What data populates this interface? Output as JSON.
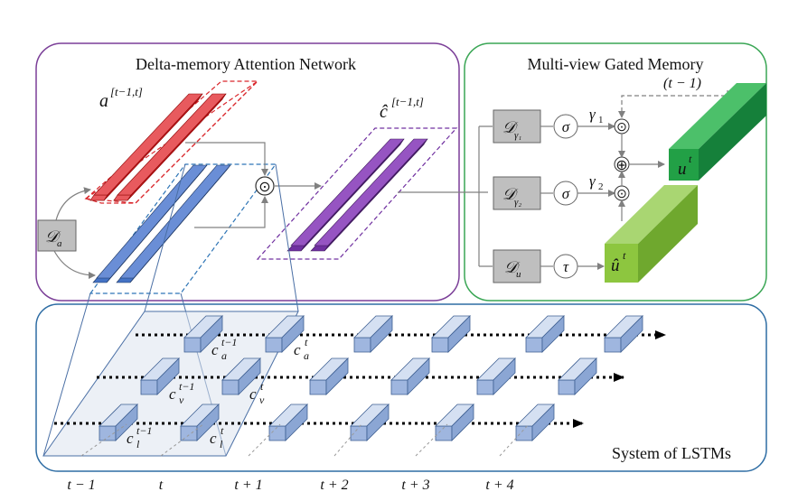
{
  "panels": {
    "attention": {
      "title": "Delta-memory Attention Network",
      "border_color": "#7B3F98"
    },
    "gated": {
      "title": "Multi-view Gated Memory",
      "border_color": "#3AA655"
    },
    "lstm": {
      "title": "System of LSTMs",
      "border_color": "#2E6DA4"
    }
  },
  "attention": {
    "a_label": "a",
    "a_sup": "[t−1,t]",
    "c_label": "ĉ",
    "c_sup": "[t−1,t]",
    "da_label": "𝒟",
    "da_sub": "a",
    "product_symbol": "⊙"
  },
  "gated": {
    "prev_label": "(t − 1)",
    "d_gamma1": "𝒟",
    "d_gamma1_sub": "γ₁",
    "d_gamma2": "𝒟",
    "d_gamma2_sub": "γ₂",
    "d_u": "𝒟",
    "d_u_sub": "u",
    "sigma1": "σ",
    "sigma2": "σ",
    "tau": "τ",
    "gamma1": "γ",
    "gamma1_sub": "1",
    "gamma2": "γ",
    "gamma2_sub": "2",
    "odot1": "⊙",
    "oplus": "⊕",
    "odot2": "⊙",
    "u_label": "u",
    "u_sup": "t",
    "uhat_label": "û",
    "uhat_sup": "t"
  },
  "lstm": {
    "cell_labels": [
      {
        "base": "c",
        "sub": "a",
        "sup": "t−1"
      },
      {
        "base": "c",
        "sub": "a",
        "sup": "t"
      },
      {
        "base": "c",
        "sub": "v",
        "sup": "t−1"
      },
      {
        "base": "c",
        "sub": "v",
        "sup": "t"
      },
      {
        "base": "c",
        "sub": "l",
        "sup": "t−1"
      },
      {
        "base": "c",
        "sub": "l",
        "sup": "t"
      }
    ]
  },
  "timesteps": [
    "t − 1",
    "t",
    "t + 1",
    "t + 2",
    "t + 3",
    "t + 4"
  ],
  "colors": {
    "red": "#D9262B",
    "blue": "#4472C4",
    "purple": "#7030A0",
    "dark_green": "#22A046",
    "light_green": "#8DC63F",
    "lstm_cell": "#B4C7E7",
    "gray_box": "#BFBFBF"
  }
}
